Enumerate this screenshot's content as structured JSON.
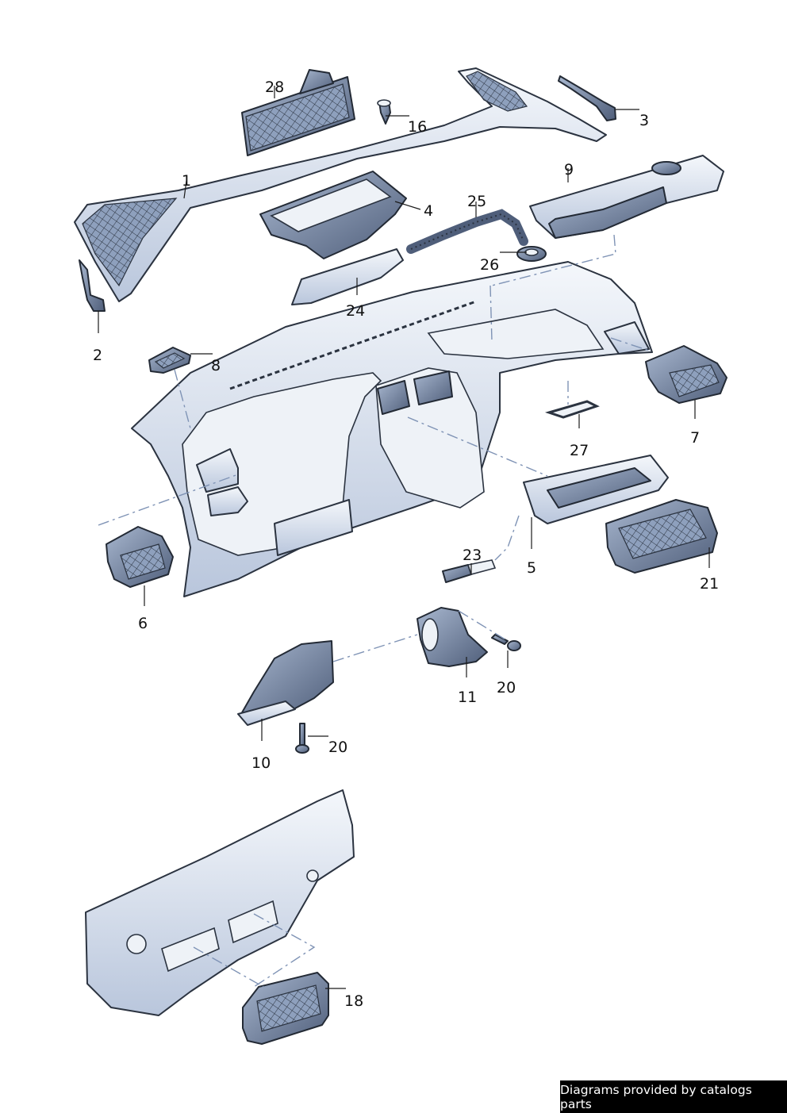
{
  "callouts": {
    "c1": "1",
    "c2": "2",
    "c3": "3",
    "c4": "4",
    "c5": "5",
    "c6": "6",
    "c7": "7",
    "c8": "8",
    "c9": "9",
    "c10": "10",
    "c11": "11",
    "c16": "16",
    "c18": "18",
    "c20a": "20",
    "c20b": "20",
    "c21": "21",
    "c23": "23",
    "c24": "24",
    "c25": "25",
    "c26": "26",
    "c27": "27",
    "c28": "28"
  },
  "footer": {
    "text": "Diagrams provided by catalogs parts"
  },
  "colors": {
    "part_light": "#eef2f7",
    "part_dark": "#5b6b86",
    "outline": "#2b3340",
    "dashline": "#7f93b5"
  }
}
